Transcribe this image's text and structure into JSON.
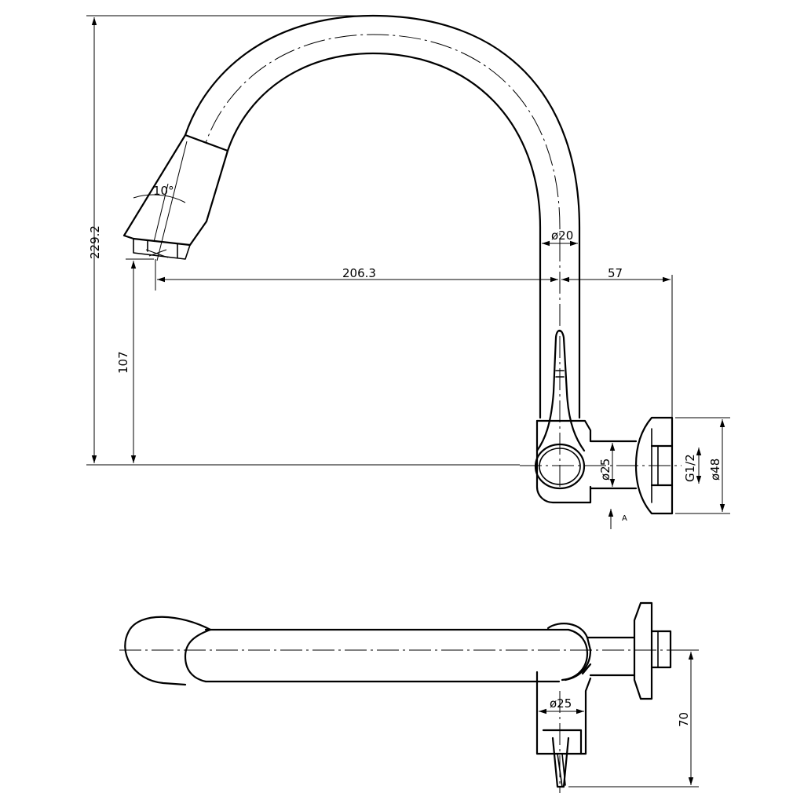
{
  "dimensions": {
    "total_height": "229.2",
    "spout_height": "107",
    "spout_reach": "206.3",
    "wall_offset": "57",
    "tube_diameter": "ø20",
    "body_diameter_front": "ø25",
    "body_diameter_top": "ø25",
    "connection_thread": "G1/2",
    "flange_diameter": "ø48",
    "projection": "70",
    "aerator_angle": "10°"
  },
  "annotations": {
    "section_marker": "A"
  }
}
